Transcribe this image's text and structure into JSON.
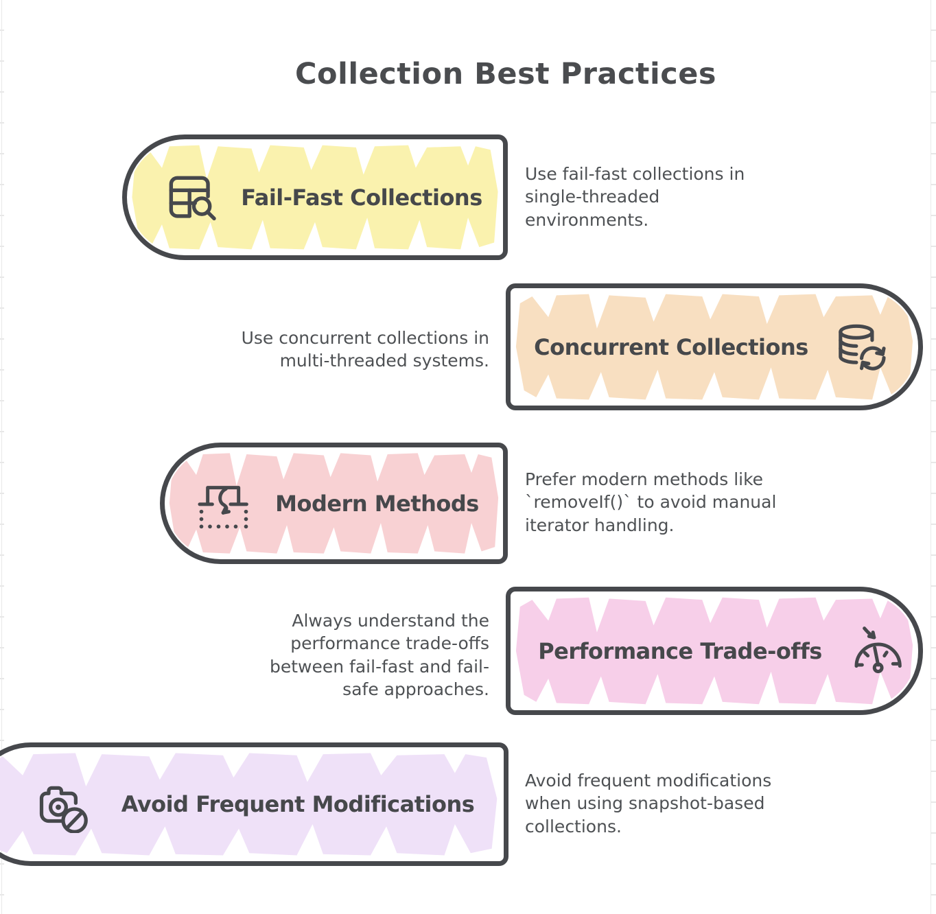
{
  "title": "Collection Best Practices",
  "colors": {
    "outline": "#46484C",
    "title_text": "#4A4C4F",
    "body_text": "#4E5154",
    "grid_line": "#e9e9e9"
  },
  "items": [
    {
      "label": "Fail-Fast Collections",
      "description": "Use fail-fast collections in single-threaded environments.",
      "icon": "table-search-icon",
      "color": "#FAF2AE",
      "rounded_side": "left"
    },
    {
      "label": "Concurrent Collections",
      "description": "Use concurrent collections in multi-threaded systems.",
      "icon": "database-sync-icon",
      "color": "#F8DFC1",
      "rounded_side": "right"
    },
    {
      "label": "Modern Methods",
      "description": "Prefer modern methods like `removeIf()` to avoid manual iterator handling.",
      "icon": "insert-below-icon",
      "color": "#F8D1D3",
      "rounded_side": "left"
    },
    {
      "label": "Performance Trade-offs",
      "description": "Always understand the performance trade-offs between fail-fast and fail-safe approaches.",
      "icon": "speedometer-icon",
      "color": "#F7CFE9",
      "rounded_side": "right"
    },
    {
      "label": "Avoid Frequent Modifications",
      "description": "Avoid frequent modifications when using snapshot-based collections.",
      "icon": "no-camera-icon",
      "color": "#EFE1F8",
      "rounded_side": "left"
    }
  ]
}
